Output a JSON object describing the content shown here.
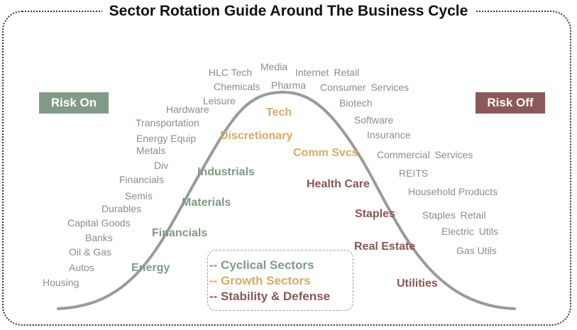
{
  "title": "Sector Rotation Guide Around The Business Cycle",
  "risk_on": "Risk On",
  "risk_off": "Risk Off",
  "industries": [
    "HLC Tech",
    "Media",
    "Internet Retail",
    "Chemicals",
    "Pharma",
    "Consumer Services",
    "Leisure",
    "Hardware",
    "Biotech",
    "Transportation",
    "Software",
    "Energy Equip",
    "Insurance",
    "Metals",
    "Commercial Services",
    "Div",
    "REITS",
    "Financials",
    "Household Products",
    "Semis",
    "Durables",
    "Staples Retail",
    "Capital Goods",
    "Electric Utils",
    "Banks",
    "Oil & Gas",
    "Gas Utils",
    "Autos",
    "Housing"
  ],
  "sectors": [
    "Tech",
    "Discretionary",
    "Comm Svcs",
    "Industrials",
    "Health Care",
    "Materials",
    "Staples",
    "Financials",
    "Real Estate",
    "Energy",
    "Utilities"
  ],
  "legend": [
    "-- Cyclical Sectors",
    "-- Growth Sectors",
    "-- Stability & Defense"
  ],
  "colors": {
    "cyclical": "#7f9a86",
    "growth": "#d9aa62",
    "defensive": "#8b5555",
    "risk_on": "#829b88",
    "risk_off": "#8b5959"
  }
}
